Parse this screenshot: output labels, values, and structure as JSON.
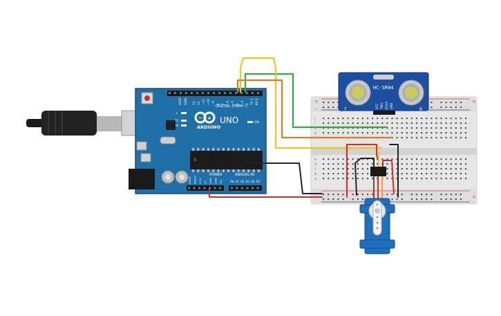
{
  "arduino": {
    "brand": "ARDUINO",
    "model": "UNO",
    "digital_label": "DIGITAL (PWM~)",
    "power_label": "POWER",
    "analog_label": "ANALOG IN",
    "on_label": "ON",
    "tx_label": "TX",
    "rx_label": "RX",
    "l_label": "L",
    "aref_label": "AREF",
    "gnd_label": "GND",
    "header_top": [
      "13",
      "12",
      "~11",
      "~10",
      "~9",
      "8",
      "7",
      "~6",
      "~5",
      "4",
      "~3",
      "2",
      "TX 1",
      "RX 0"
    ],
    "power_pins": [
      "IOREF",
      "RESET",
      "3.3V",
      "5V",
      "GND",
      "GND",
      "Vin"
    ],
    "analog_pins": [
      "A0",
      "A1",
      "A2",
      "A3",
      "A4",
      "A5"
    ],
    "board_color": "#1f6fa8"
  },
  "sensor": {
    "name": "HC-SR04",
    "pins": [
      "VCC",
      "TRIG",
      "ECHO",
      "GND"
    ],
    "left_mark": "T",
    "right_mark": "R",
    "color": "#1c4fa0"
  },
  "breadboard": {
    "rail_plus": "+",
    "rail_minus": "-",
    "row_letters_top": [
      "j",
      "i",
      "h",
      "g",
      "f"
    ],
    "row_letters_bottom": [
      "e",
      "d",
      "c",
      "b",
      "a"
    ]
  },
  "servo": {
    "color": "#1f6fbf"
  },
  "wires": {
    "green": "#35a838",
    "orange": "#e07b1c",
    "yellow": "#f0c419",
    "red": "#d42a2a",
    "black": "#222222"
  }
}
